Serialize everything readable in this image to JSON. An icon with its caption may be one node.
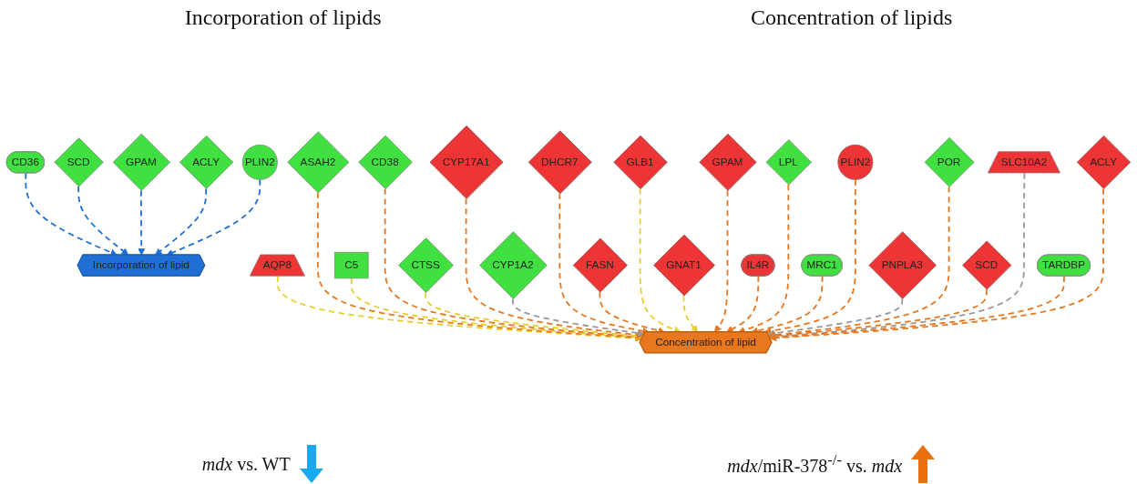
{
  "diagram": {
    "nodes": [
      {
        "text": [
          "CD36"
        ]
      },
      {
        "text": [
          "SCD"
        ]
      },
      {
        "text": [
          "GPAM"
        ]
      },
      {
        "text": [
          "ACLY"
        ]
      },
      {
        "text": [
          "PLIN2"
        ]
      },
      {
        "text": [
          "Incorporation of lipid"
        ]
      },
      {
        "text": [
          "Concentration of lipid"
        ]
      },
      {
        "text": [
          "AQP8"
        ]
      },
      {
        "text": [
          "ASAH2"
        ]
      },
      {
        "text": [
          "C5"
        ]
      },
      {
        "text": [
          "CD38"
        ]
      },
      {
        "text": [
          "CTSS"
        ]
      },
      {
        "text": [
          "CYP17A1"
        ]
      },
      {
        "text": [
          "CYP1A2"
        ]
      },
      {
        "text": [
          "DHCR7"
        ]
      },
      {
        "text": [
          "FASN"
        ]
      },
      {
        "text": [
          "GLB1"
        ]
      },
      {
        "text": [
          "GNAT1"
        ]
      },
      {
        "text": [
          "GPAM"
        ]
      },
      {
        "text": [
          "IL4R"
        ]
      },
      {
        "text": [
          "LPL"
        ]
      },
      {
        "text": [
          "MRC1"
        ]
      },
      {
        "text": [
          "PLIN2"
        ]
      },
      {
        "text": [
          "PNPLA3"
        ]
      },
      {
        "text": [
          "POR"
        ]
      },
      {
        "text": [
          "SCD"
        ]
      },
      {
        "text": [
          "SLC10A2"
        ]
      },
      {
        "text": [
          "TARDBP"
        ]
      },
      {
        "text": [
          "ACLY"
        ]
      }
    ],
    "edges": [
      {
        "from": 0,
        "to": 5,
        "arrow": "to",
        "style": "dashed",
        "color": "#1f6fd6"
      },
      {
        "from": 1,
        "to": 5,
        "arrow": "to",
        "style": "dashed",
        "color": "#1f6fd6"
      },
      {
        "from": 2,
        "to": 5,
        "arrow": "to",
        "style": "dashed",
        "color": "#1f6fd6"
      },
      {
        "from": 3,
        "to": 5,
        "arrow": "to",
        "style": "dashed",
        "color": "#1f6fd6"
      },
      {
        "from": 4,
        "to": 5,
        "arrow": "to",
        "style": "dashed",
        "color": "#1f6fd6"
      },
      {
        "from": 7,
        "to": 6,
        "arrow": "to",
        "style": "dashed",
        "color": "#e6cf2e"
      },
      {
        "from": 8,
        "to": 6,
        "arrow": "to",
        "style": "dashed"
      },
      {
        "from": 9,
        "to": 6,
        "arrow": "to",
        "style": "dashed",
        "color": "#e6cf2e"
      },
      {
        "from": 10,
        "to": 6,
        "arrow": "to",
        "style": "dashed"
      },
      {
        "from": 11,
        "to": 6,
        "arrow": "to",
        "style": "dashed",
        "color": "#e6cf2e"
      },
      {
        "from": 12,
        "to": 6,
        "arrow": "to",
        "style": "dashed"
      },
      {
        "from": 13,
        "to": 6,
        "arrow": "to",
        "style": "dashed",
        "color": "#999999"
      },
      {
        "from": 14,
        "to": 6,
        "arrow": "to",
        "style": "dashed"
      },
      {
        "from": 15,
        "to": 6,
        "arrow": "to",
        "style": "dashed"
      },
      {
        "from": 16,
        "to": 6,
        "arrow": "to",
        "style": "dashed",
        "color": "#e6cf2e"
      },
      {
        "from": 17,
        "to": 6,
        "arrow": "to",
        "style": "dashed",
        "color": "#e6cf2e"
      },
      {
        "from": 18,
        "to": 6,
        "arrow": "to",
        "style": "dashed"
      },
      {
        "from": 19,
        "to": 6,
        "arrow": "to",
        "style": "dashed"
      },
      {
        "from": 20,
        "to": 6,
        "arrow": "to",
        "style": "dashed"
      },
      {
        "from": 21,
        "to": 6,
        "arrow": "to",
        "style": "dashed"
      },
      {
        "from": 22,
        "to": 6,
        "arrow": "to",
        "style": "dashed"
      },
      {
        "from": 23,
        "to": 6,
        "arrow": "to",
        "style": "dashed",
        "color": "#999999"
      },
      {
        "from": 24,
        "to": 6,
        "arrow": "to",
        "style": "dashed"
      },
      {
        "from": 25,
        "to": 6,
        "arrow": "to",
        "style": "dashed"
      },
      {
        "from": 26,
        "to": 6,
        "arrow": "to",
        "style": "dashed",
        "color": "#999999"
      },
      {
        "from": 27,
        "to": 6,
        "arrow": "to",
        "style": "dashed"
      },
      {
        "from": 28,
        "to": 6,
        "arrow": "to",
        "style": "dashed"
      }
    ],
    "labels": [
      "Incorporation of lipids",
      "*mdx* vs. WT",
      "Concentration of lipids",
      "*mdx*/miR-378$^{-/-}$ vs. *mdx*"
    ]
  }
}
